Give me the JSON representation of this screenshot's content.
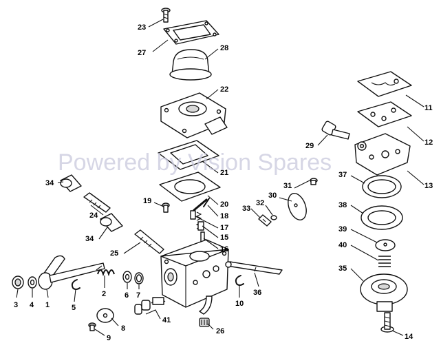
{
  "watermark": "Powered by Vision Spares",
  "colors": {
    "ink": "#111111",
    "watermark": "#c9c9dd",
    "background": "#ffffff"
  },
  "callouts": {
    "c1": "1",
    "c2": "2",
    "c3": "3",
    "c4": "4",
    "c5": "5",
    "c6": "6",
    "c7": "7",
    "c8": "8",
    "c9": "9",
    "c10": "10",
    "c11": "11",
    "c12": "12",
    "c13": "13",
    "c14": "14",
    "c15": "15",
    "c16": "16",
    "c17": "17",
    "c18": "18",
    "c19": "19",
    "c20": "20",
    "c21": "21",
    "c22": "22",
    "c23": "23",
    "c24": "24",
    "c25": "25",
    "c26": "26",
    "c27": "27",
    "c28": "28",
    "c29": "29",
    "c30": "30",
    "c31": "31",
    "c32": "32",
    "c33": "33",
    "c34a": "34",
    "c34b": "34",
    "c35": "35",
    "c36": "36",
    "c37": "37",
    "c38": "38",
    "c39": "39",
    "c40": "40",
    "c41": "41"
  }
}
